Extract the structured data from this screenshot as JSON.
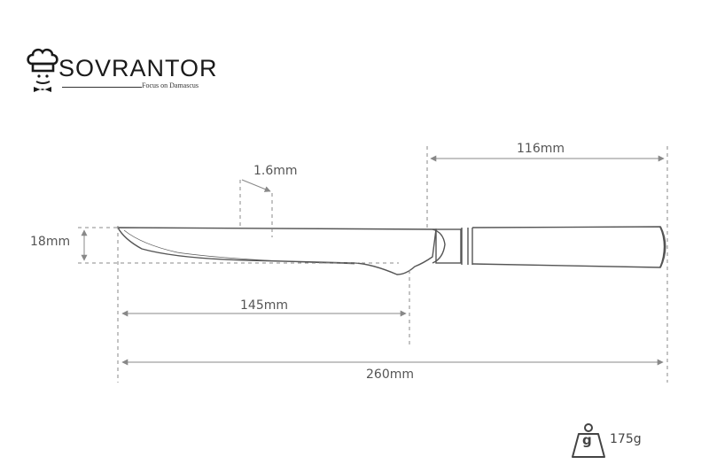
{
  "brand": {
    "name": "SOVRANTOR",
    "tagline": "Focus on Damascus"
  },
  "dimensions": {
    "thickness": "1.6mm",
    "blade_height": "18mm",
    "blade_length": "145mm",
    "handle_length": "116mm",
    "total_length": "260mm"
  },
  "weight": {
    "icon_letter": "g",
    "value": "175g"
  },
  "colors": {
    "line": "#666666",
    "dim_line": "#888888",
    "text": "#555555"
  }
}
